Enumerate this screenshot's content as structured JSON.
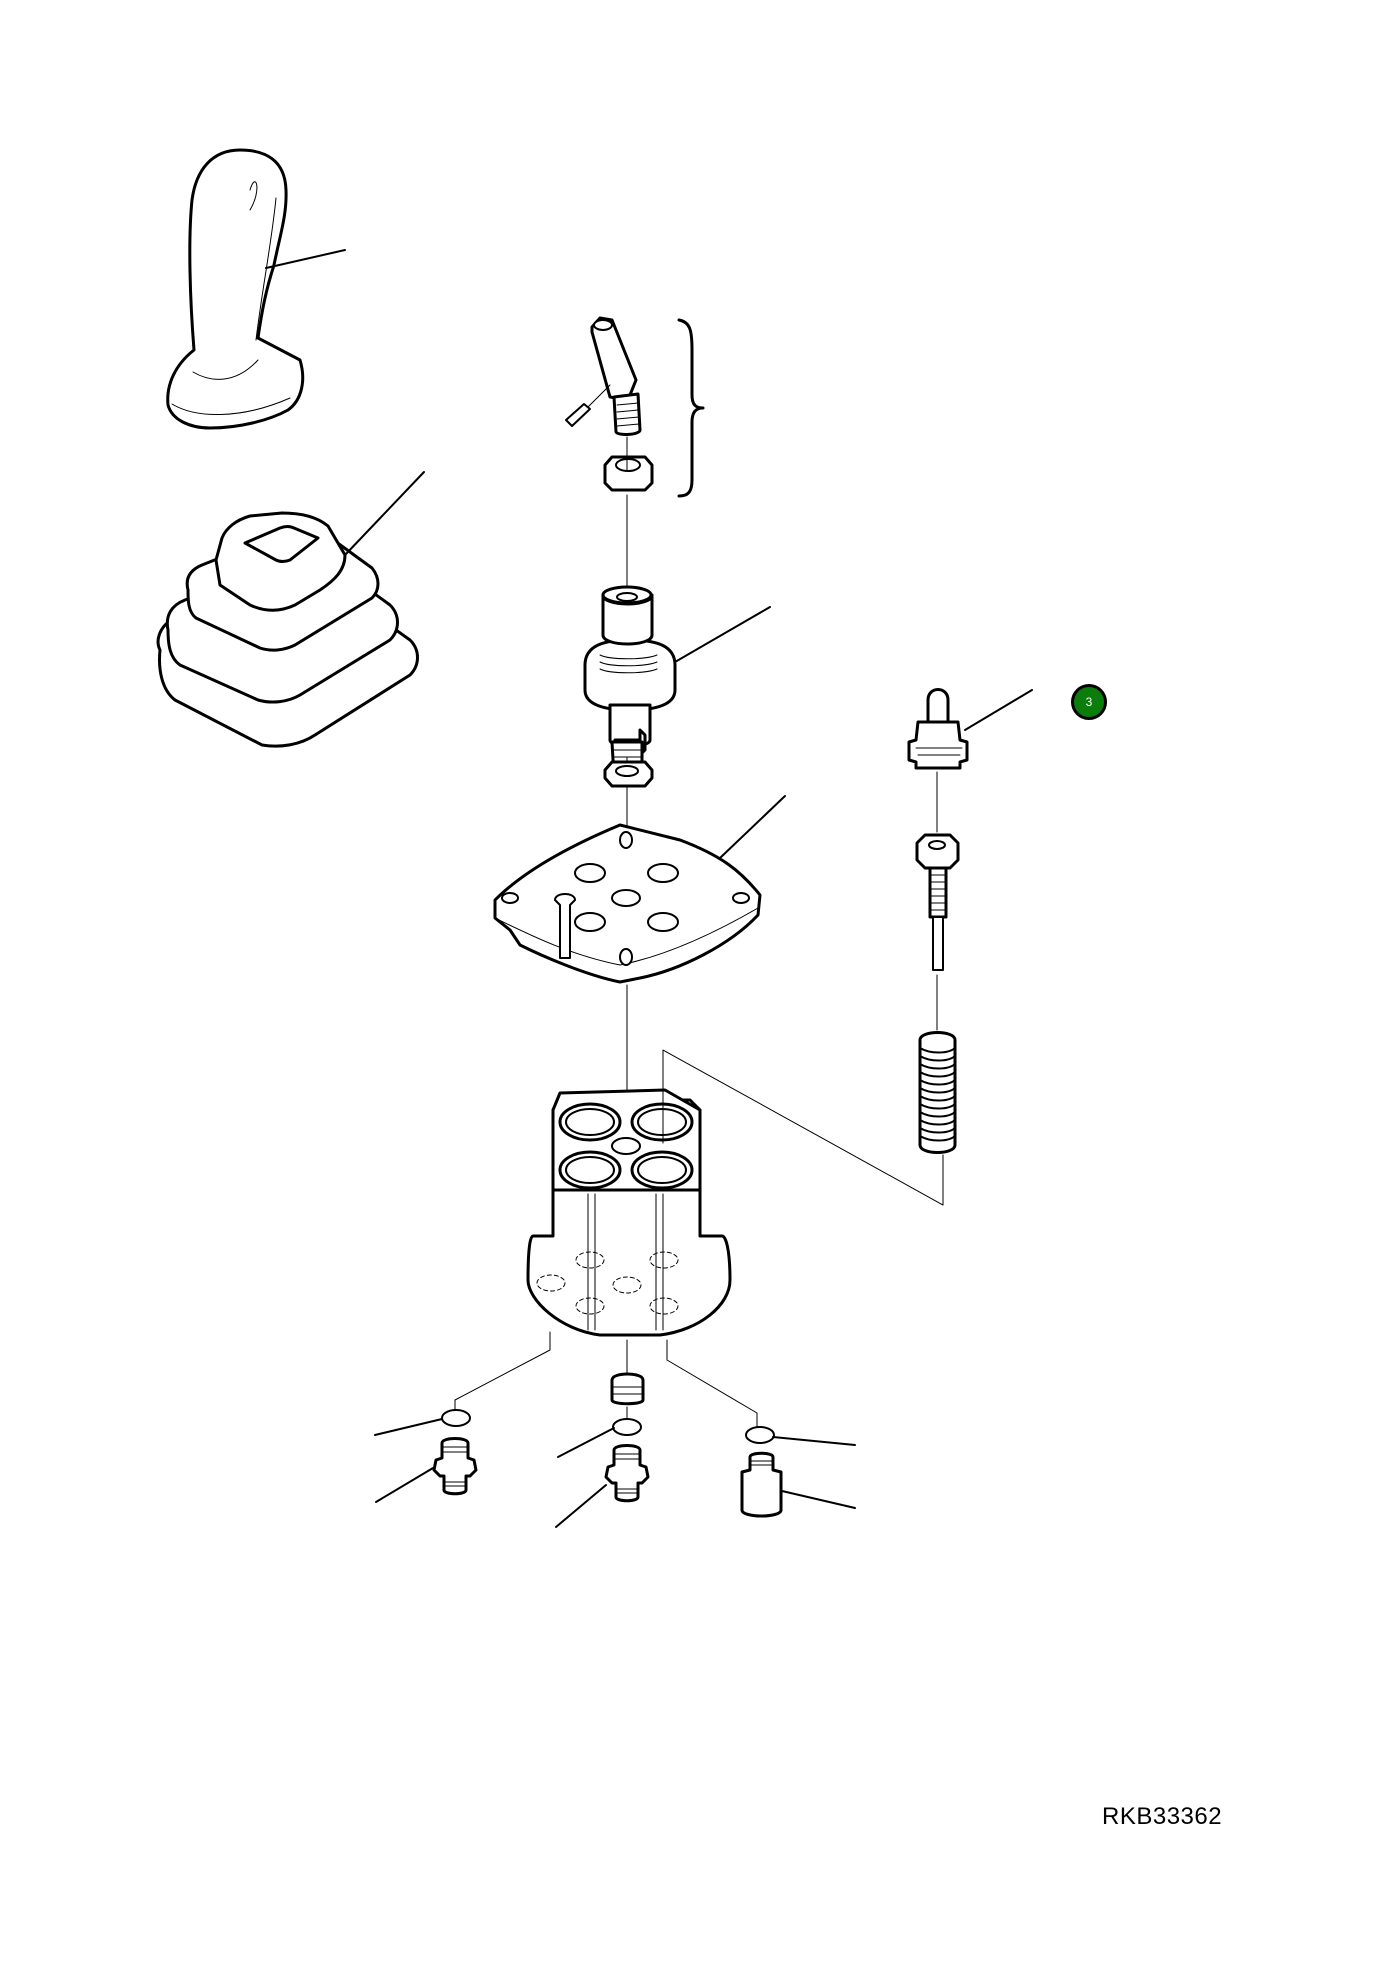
{
  "diagram": {
    "type": "exploded parts diagram",
    "reference_code": "RKB33362",
    "callout": {
      "label": "3",
      "color": "#0a7d0a"
    },
    "parts": [
      {
        "id": "lever-grip",
        "name": "Control lever grip"
      },
      {
        "id": "boot",
        "name": "Rubber boot"
      },
      {
        "id": "lever-stud",
        "name": "Lever stud with pin"
      },
      {
        "id": "nut",
        "name": "Hex nut"
      },
      {
        "id": "universal-joint",
        "name": "Joint assembly"
      },
      {
        "id": "washer",
        "name": "Washer"
      },
      {
        "id": "plate",
        "name": "Cover plate"
      },
      {
        "id": "plunger",
        "name": "Plunger"
      },
      {
        "id": "spool",
        "name": "Spool with spring seat"
      },
      {
        "id": "spring",
        "name": "Return spring"
      },
      {
        "id": "valve-body",
        "name": "Valve body"
      },
      {
        "id": "plug",
        "name": "Plug"
      },
      {
        "id": "o-ring-left",
        "name": "O-ring"
      },
      {
        "id": "o-ring-center",
        "name": "O-ring"
      },
      {
        "id": "o-ring-right",
        "name": "O-ring"
      },
      {
        "id": "fitting-left",
        "name": "Fitting"
      },
      {
        "id": "fitting-center",
        "name": "Fitting"
      },
      {
        "id": "adapter-right",
        "name": "Adapter"
      }
    ]
  }
}
